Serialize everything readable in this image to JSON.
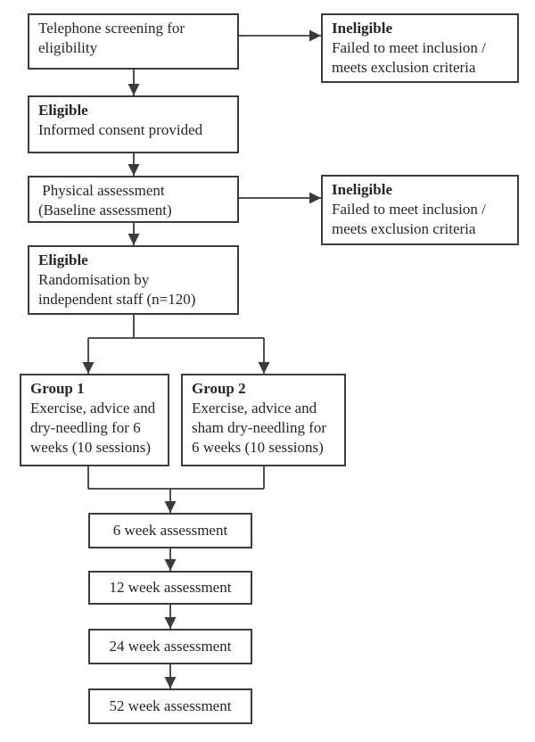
{
  "colors": {
    "border": "#3b3b3b",
    "text": "#262626",
    "background": "#ffffff"
  },
  "boxes": {
    "telephone": {
      "body": "Telephone screening for\neligibility"
    },
    "ineligible_top": {
      "title": "Ineligible",
      "body": "Failed to meet inclusion /\nmeets exclusion criteria"
    },
    "eligible_consent": {
      "title": "Eligible",
      "body": "Informed consent provided"
    },
    "physical": {
      "body": " Physical assessment\n(Baseline assessment)"
    },
    "ineligible_mid": {
      "title": "Ineligible",
      "body": "Failed to meet inclusion /\nmeets exclusion criteria"
    },
    "eligible_randomisation": {
      "title": "Eligible",
      "body": "Randomisation by\nindependent staff (n=120)"
    },
    "group1": {
      "title": "Group 1",
      "body": "Exercise, advice and\ndry-needling for 6\nweeks (10 sessions)"
    },
    "group2": {
      "title": "Group 2",
      "body": "Exercise, advice and\nsham dry-needling for\n6 weeks (10 sessions)"
    },
    "week6": {
      "body": "6 week assessment"
    },
    "week12": {
      "body": "12 week assessment"
    },
    "week24": {
      "body": "24 week assessment"
    },
    "week52": {
      "body": "52 week assessment"
    }
  }
}
